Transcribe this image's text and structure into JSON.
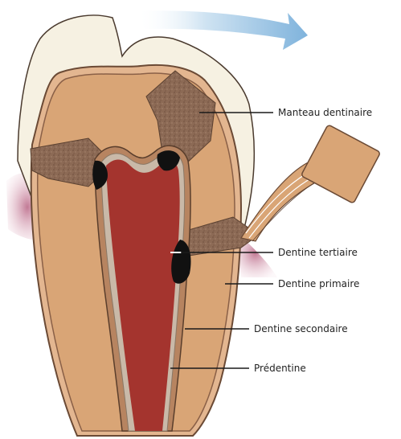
{
  "labels": {
    "manteau": "Manteau dentinaire",
    "tertiaire": "Dentine tertiaire",
    "primaire": "Dentine primaire",
    "secondaire": "Dentine secondaire",
    "predentine": "Prédentine"
  },
  "colors": {
    "enamel": "#f6f1e2",
    "dentine_primary": "#d9a576",
    "dentine_mantle": "#8c6a55",
    "dentine_secondary": "#b78460",
    "predentine_line": "#c9b9a8",
    "pulp": "#a4342e",
    "tertiary": "#111111",
    "gum": "#c98aa1",
    "arrow": "#9fc7e6",
    "outline": "#3a2a20"
  }
}
